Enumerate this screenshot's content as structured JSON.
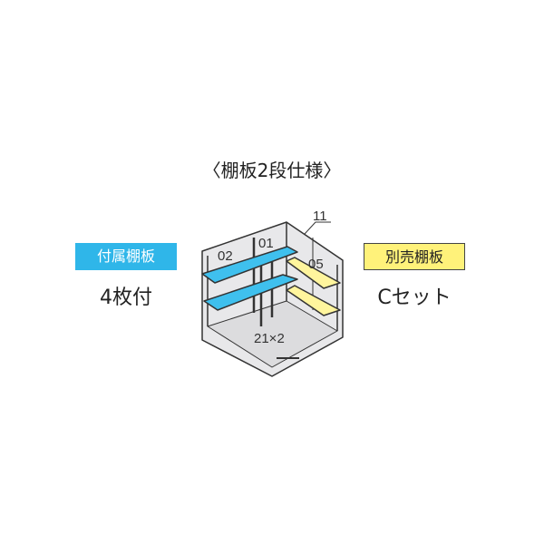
{
  "title": "〈棚板2段仕様〉",
  "included": {
    "label": "付属棚板",
    "count": "4枚付"
  },
  "optional": {
    "label": "別売棚板",
    "set": "Cセット"
  },
  "diagram": {
    "labels": {
      "a": "02",
      "b": "01",
      "c": "05",
      "d": "11",
      "e": "21×2"
    },
    "colors": {
      "included": "#3fc0ee",
      "optional": "#fff59d"
    }
  }
}
